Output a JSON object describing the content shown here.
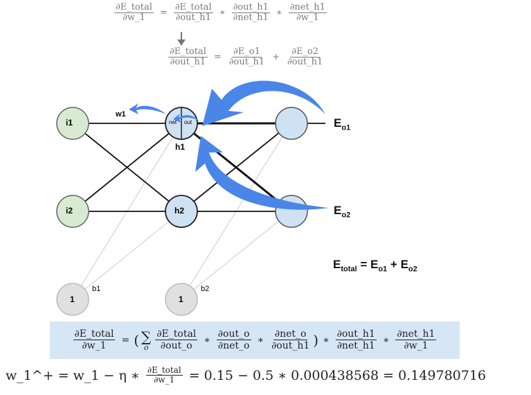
{
  "formula_top": {
    "lhs": {
      "num": "∂E_total",
      "den": "∂w_1"
    },
    "t1": {
      "num": "∂E_total",
      "den": "∂out_h1"
    },
    "t2": {
      "num": "∂out_h1",
      "den": "∂net_h1"
    },
    "t3": {
      "num": "∂net_h1",
      "den": "∂w_1"
    },
    "eq": "=",
    "mul": "∗"
  },
  "formula_mid": {
    "lhs": {
      "num": "∂E_total",
      "den": "∂out_h1"
    },
    "t1": {
      "num": "∂E_o1",
      "den": "∂out_h1"
    },
    "t2": {
      "num": "∂E_o2",
      "den": "∂out_h1"
    },
    "eq": "=",
    "plus": "+"
  },
  "nodes": {
    "i1": "i1",
    "i2": "i2",
    "h1": "h1",
    "h2": "h2",
    "b1_node": "1",
    "b2_node": "1",
    "b1_label": "b1",
    "b2_label": "b2",
    "w1": "w1",
    "net": "net",
    "out": "out"
  },
  "errors": {
    "eo1_main": "E",
    "eo1_sub": "o1",
    "eo2_main": "E",
    "eo2_sub": "o2",
    "etotal_main": "E",
    "etotal_sub": "total",
    "etotal_eq": "=",
    "etotal_t1_main": "E",
    "etotal_t1_sub": "o1",
    "etotal_plus": "+",
    "etotal_t2_main": "E",
    "etotal_t2_sub": "o2"
  },
  "formula_highlight": {
    "lhs": {
      "num": "∂E_total",
      "den": "∂w_1"
    },
    "eq": "=",
    "open": "(",
    "sum": "∑",
    "sum_sub": "o",
    "t1": {
      "num": "∂E_total",
      "den": "∂out_o"
    },
    "t2": {
      "num": "∂out_o",
      "den": "∂net_o"
    },
    "t3": {
      "num": "∂net_o",
      "den": "∂out_h1"
    },
    "close": ")",
    "t4": {
      "num": "∂out_h1",
      "den": "∂net_h1"
    },
    "t5": {
      "num": "∂net_h1",
      "den": "∂w_1"
    },
    "mul": "∗"
  },
  "formula_update": {
    "lhs": "w_1^+",
    "eq1": "= w_1 − η ∗",
    "frac": {
      "num": "∂E_total",
      "den": "∂w_1"
    },
    "rest": "= 0.15 − 0.5 ∗ 0.000438568 = 0.149780716"
  },
  "colors": {
    "input_fill": "#d9ead3",
    "hidden_fill": "#cfe2f3",
    "bias_fill": "#e0e0e0",
    "arrow_blue": "#4a86e8",
    "highlight": "#d6e6f5"
  }
}
